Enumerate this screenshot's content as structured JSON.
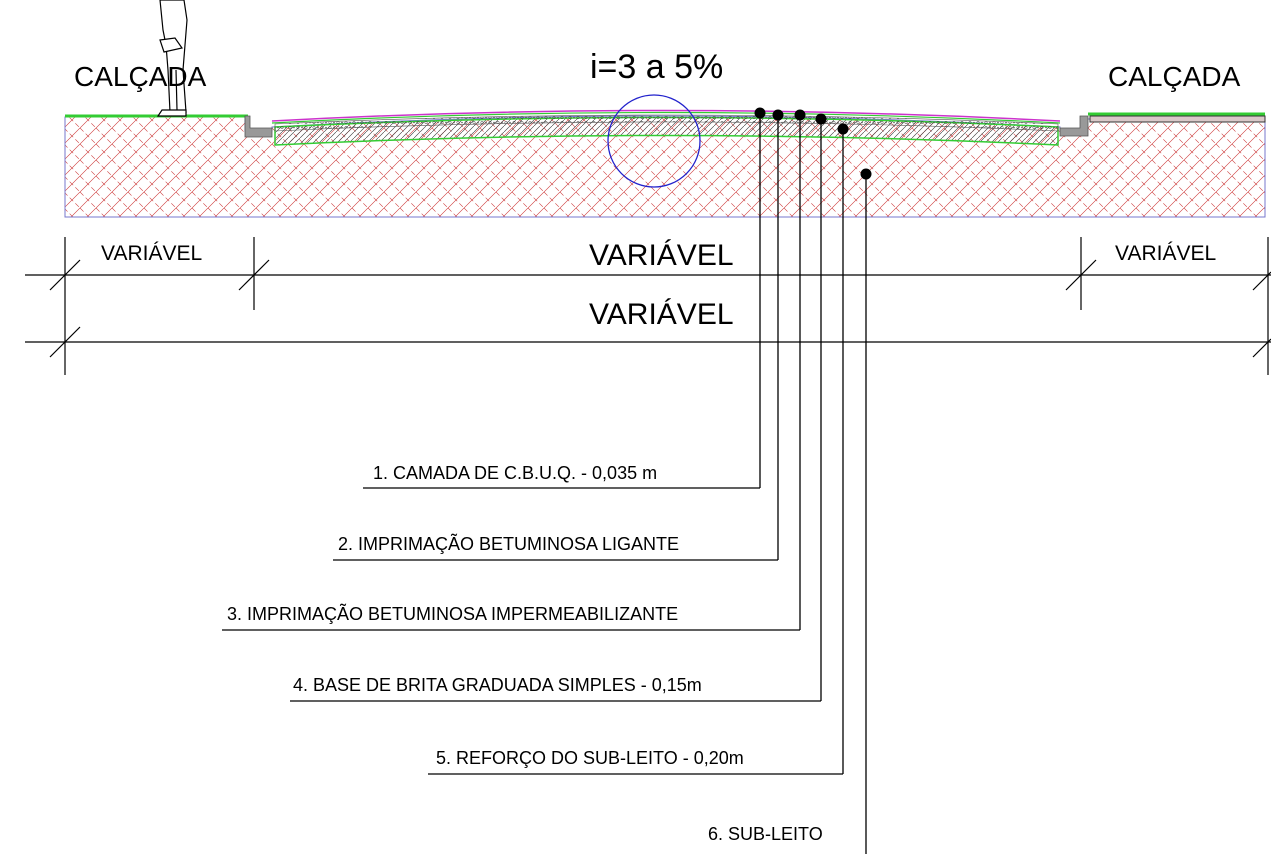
{
  "labels": {
    "sidewalk_left": "CALÇADA",
    "sidewalk_right": "CALÇADA",
    "slope": "i=3 a 5%"
  },
  "dimensions": {
    "left": "VARIÁVEL",
    "center": "VARIÁVEL",
    "right": "VARIÁVEL",
    "total": "VARIÁVEL"
  },
  "layers": [
    {
      "label": "1. CAMADA DE C.B.U.Q. - 0,035 m"
    },
    {
      "label": "2. IMPRIMAÇÃO BETUMINOSA LIGANTE"
    },
    {
      "label": "3. IMPRIMAÇÃO BETUMINOSA IMPERMEABILIZANTE"
    },
    {
      "label": "4. BASE DE BRITA GRADUADA SIMPLES - 0,15m"
    },
    {
      "label": "5. REFORÇO DO SUB-LEITO - 0,20m"
    },
    {
      "label": "6. SUB-LEITO"
    }
  ],
  "colors": {
    "soil_hatch": "#cc3333",
    "soil_border": "#7777cc",
    "sidewalk_green": "#33cc33",
    "asphalt_magenta": "#cc33cc",
    "detail_circle": "#2222cc",
    "curb_gray": "#999999"
  }
}
